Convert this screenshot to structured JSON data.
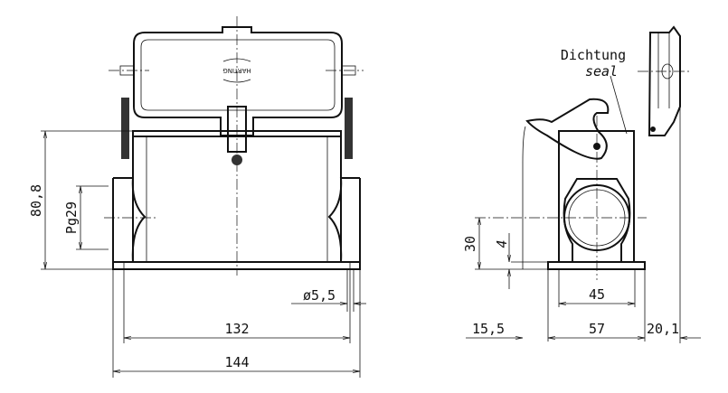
{
  "drawing": {
    "front_view": {
      "logo_text": "HARTING",
      "dimensions": {
        "height": "80,8",
        "thread": "Pg29",
        "hole_diameter": "ø5,5",
        "hole_spacing": "132",
        "overall_width": "144"
      }
    },
    "side_view": {
      "seal_label_de": "Dichtung",
      "seal_label_en": "seal",
      "dimensions": {
        "axis_height": "30",
        "base_thickness": "4",
        "bore_width": "45",
        "lever_offset": "15,5",
        "base_width": "57",
        "lid_offset": "20,1"
      }
    },
    "colors": {
      "line": "#111111",
      "background": "#ffffff"
    }
  }
}
